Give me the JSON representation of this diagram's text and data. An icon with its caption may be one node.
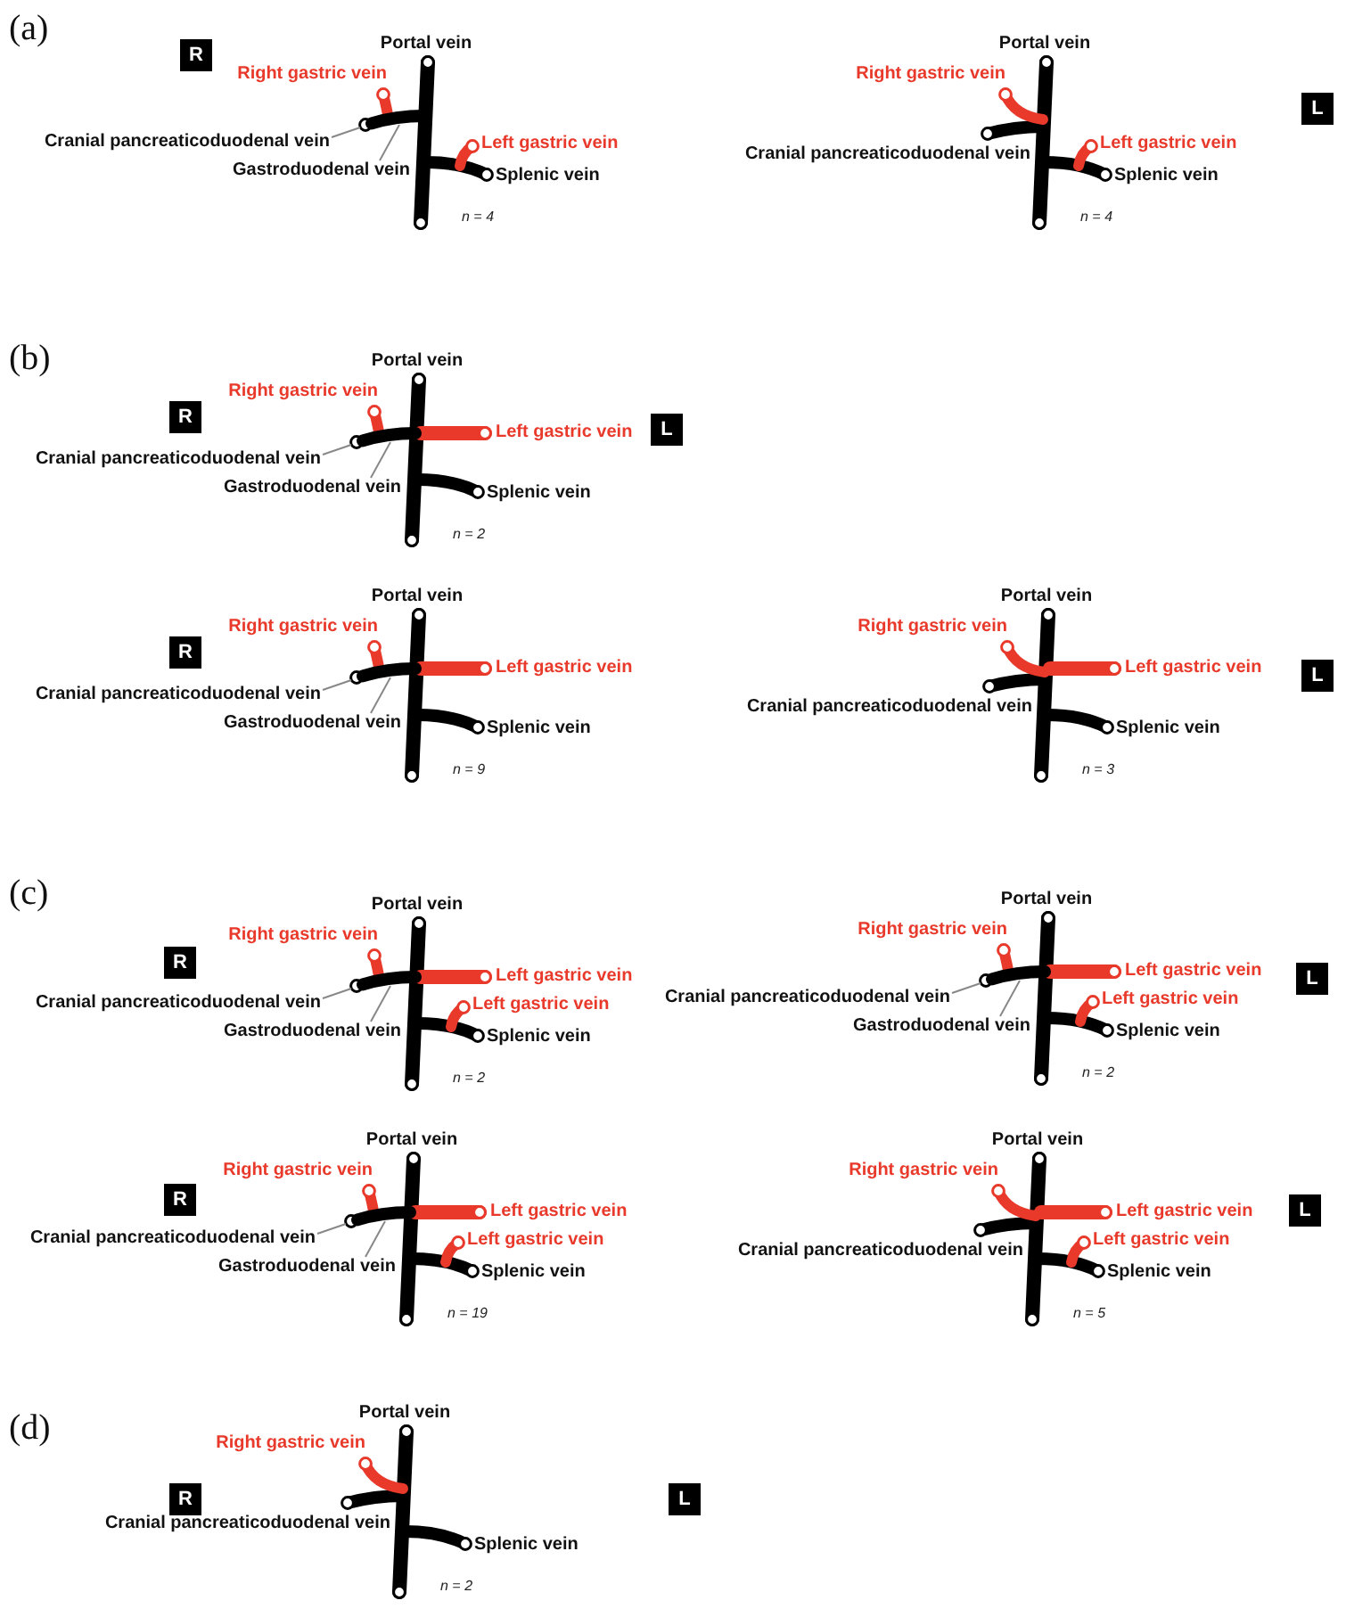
{
  "diagram": {
    "nodes": [
      {
        "text": [
          "Cranial pancreaticoduodenal vein"
        ]
      },
      {
        "text": [
          "Gastroduodenal vein"
        ]
      },
      {
        "text": [],
        "shape": "circle"
      },
      {
        "text": [],
        "shape": "bar"
      },
      {
        "text": [
          "Cranial pancreaticoduodenal vein"
        ]
      },
      {
        "text": [
          "Gastroduodenal vein"
        ]
      },
      {
        "text": [],
        "shape": "circle"
      },
      {
        "text": [],
        "shape": "bar"
      },
      {
        "text": [
          "Cranial pancreaticoduodenal vein"
        ]
      },
      {
        "text": [
          "Gastroduodenal vein"
        ]
      },
      {
        "text": [],
        "shape": "circle"
      },
      {
        "text": [],
        "shape": "bar"
      },
      {
        "text": [
          "Cranial pancreaticoduodenal vein"
        ]
      },
      {
        "text": [
          "Gastroduodenal vein"
        ]
      },
      {
        "text": [],
        "shape": "circle"
      },
      {
        "text": [],
        "shape": "bar"
      },
      {
        "text": [
          "Cranial pancreaticoduodenal vein"
        ]
      },
      {
        "text": [
          "Gastroduodenal vein"
        ]
      },
      {
        "text": [],
        "shape": "circle"
      },
      {
        "text": [],
        "shape": "bar"
      },
      {
        "text": [
          "Cranial pancreaticoduodenal vein"
        ]
      },
      {
        "text": [
          "Gastroduodenal vein"
        ]
      },
      {
        "text": [],
        "shape": "circle"
      },
      {
        "text": [],
        "shape": "bar"
      }
    ],
    "edges": [
      {
        "from": 0,
        "to": 2,
        "arrow": "none"
      },
      {
        "from": 1,
        "to": 3,
        "arrow": "none"
      },
      {
        "from": 4,
        "to": 6,
        "arrow": "none"
      },
      {
        "from": 5,
        "to": 7,
        "arrow": "none"
      },
      {
        "from": 8,
        "to": 10,
        "arrow": "none"
      },
      {
        "from": 9,
        "to": 11,
        "arrow": "none"
      },
      {
        "from": 12,
        "to": 14,
        "arrow": "none"
      },
      {
        "from": 13,
        "to": 15,
        "arrow": "none"
      },
      {
        "from": 16,
        "to": 18,
        "arrow": "none"
      },
      {
        "from": 17,
        "to": 19,
        "arrow": "none"
      },
      {
        "from": 20,
        "to": 22,
        "arrow": "none"
      },
      {
        "from": 21,
        "to": 23,
        "arrow": "none"
      }
    ],
    "labels": [
      "(a)",
      "Portal vein",
      "Right gastric vein",
      "R",
      "Left gastric vein",
      "Splenic vein",
      "n = 4",
      "Portal vein",
      "Right gastric vein",
      "L",
      "Cranial pancreaticoduodenal vein",
      "Left gastric vein",
      "Splenic vein",
      "n = 4",
      "(b)",
      "Portal vein",
      "Right gastric vein",
      "R",
      "L",
      "Left gastric vein",
      "Splenic vein",
      "n = 2",
      "Portal vein",
      "Right gastric vein",
      "R",
      "Left gastric vein",
      "Splenic vein",
      "n = 9",
      "Portal vein",
      "Right gastric vein",
      "L",
      "Cranial pancreaticoduodenal vein",
      "Left gastric vein",
      "Splenic vein",
      "n = 3",
      "(c)",
      "Portal vein",
      "Right gastric vein",
      "R",
      "Left gastric vein",
      "Left gastric vein",
      "Splenic vein",
      "n = 2",
      "Portal vein",
      "Right gastric vein",
      "L",
      "Left gastric vein",
      "Left gastric vein",
      "Splenic vein",
      "n = 2",
      "Portal vein",
      "Right gastric vein",
      "R",
      "Left gastric vein",
      "Left gastric vein",
      "Splenic vein",
      "n = 19",
      "Portal vein",
      "Right gastric vein",
      "L",
      "Cranial pancreaticoduodenal vein",
      "Left gastric vein",
      "Left gastric vein",
      "Splenic vein",
      "n = 5",
      "(d)",
      "Portal vein",
      "Right gastric vein",
      "R",
      "L",
      "Cranial pancreaticoduodenal vein",
      "Splenic vein",
      "n = 2"
    ]
  }
}
